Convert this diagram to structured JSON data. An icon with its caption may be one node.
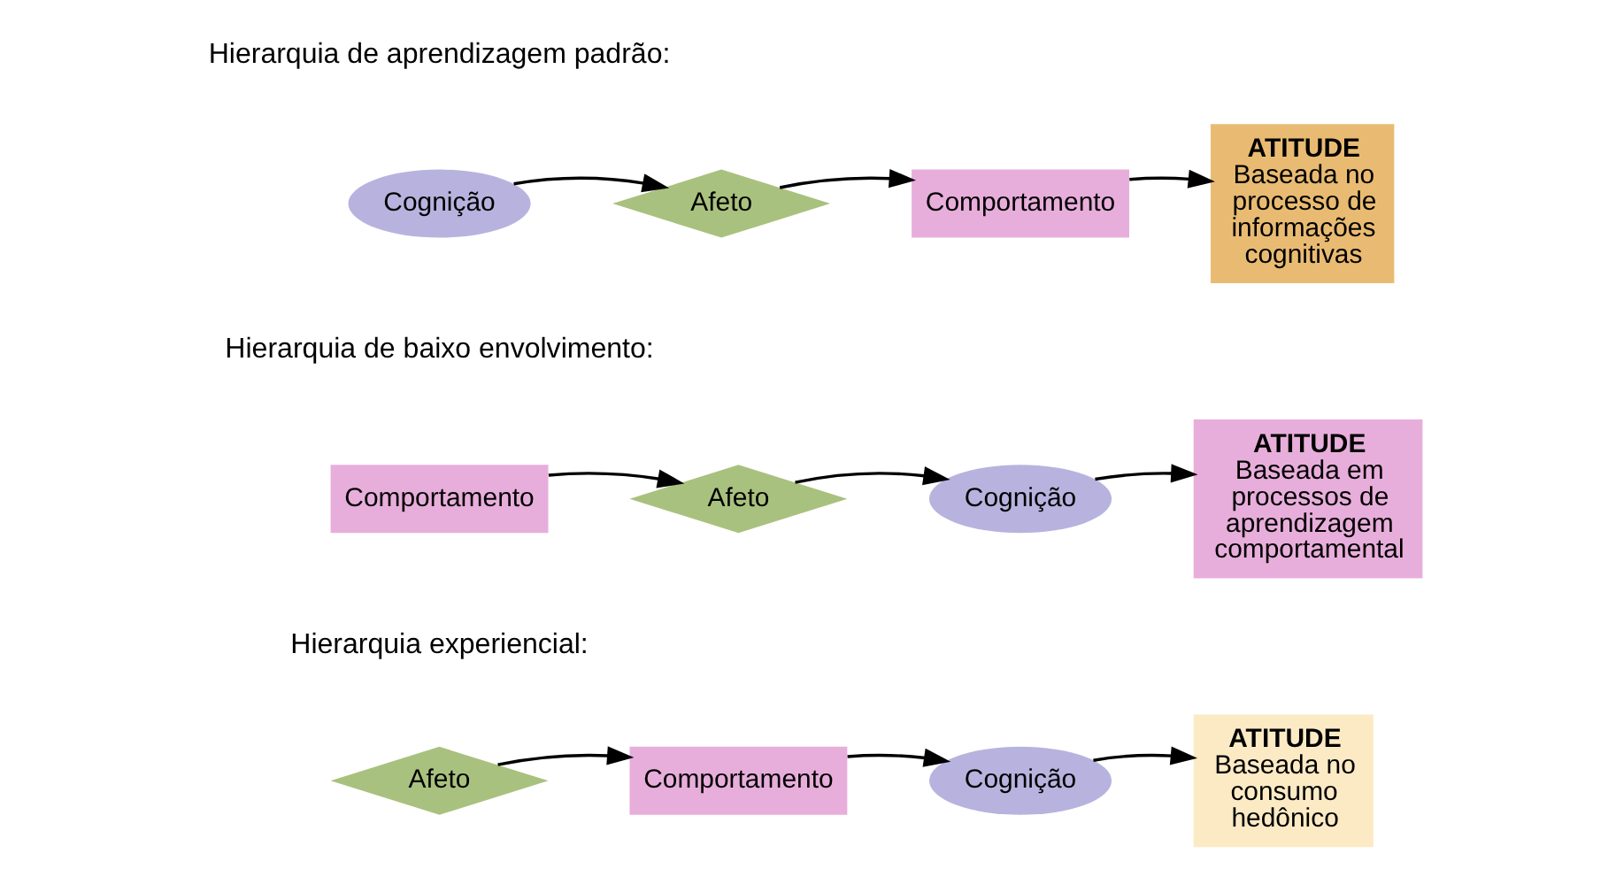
{
  "diagram": {
    "nodes": [
      {
        "text": [
          "Cognição"
        ]
      },
      {
        "text": [
          "Afeto"
        ]
      },
      {
        "text": [
          "Comportamento"
        ]
      },
      {
        "text": [
          "ATITUDE",
          "Baseada no processo de informações cognitivas"
        ]
      },
      {
        "text": [
          "Comportamento"
        ]
      },
      {
        "text": [
          "Afeto"
        ]
      },
      {
        "text": [
          "Cognição"
        ]
      },
      {
        "text": [
          "ATITUDE",
          "Baseada em processos de aprendizagem comportamental"
        ]
      },
      {
        "text": [
          "Afeto"
        ]
      },
      {
        "text": [
          "Comportamento"
        ]
      },
      {
        "text": [
          "Cognição"
        ]
      },
      {
        "text": [
          "ATITUDE",
          "Baseada no consumo hedônico"
        ]
      }
    ],
    "edges": [
      {
        "from": 0,
        "to": 1,
        "arrow": "to"
      },
      {
        "from": 1,
        "to": 2,
        "arrow": "to"
      },
      {
        "from": 2,
        "to": 3,
        "arrow": "to"
      },
      {
        "from": 4,
        "to": 5,
        "arrow": "to"
      },
      {
        "from": 5,
        "to": 6,
        "arrow": "to"
      },
      {
        "from": 6,
        "to": 7,
        "arrow": "to"
      },
      {
        "from": 8,
        "to": 9,
        "arrow": "to"
      },
      {
        "from": 9,
        "to": 10,
        "arrow": "to"
      },
      {
        "from": 10,
        "to": 11,
        "arrow": "to"
      }
    ],
    "labels": [
      "Hierarquia de aprendizagem padrão:",
      "Hierarquia de baixo envolvimento:",
      "Hierarquia experiencial:"
    ]
  }
}
